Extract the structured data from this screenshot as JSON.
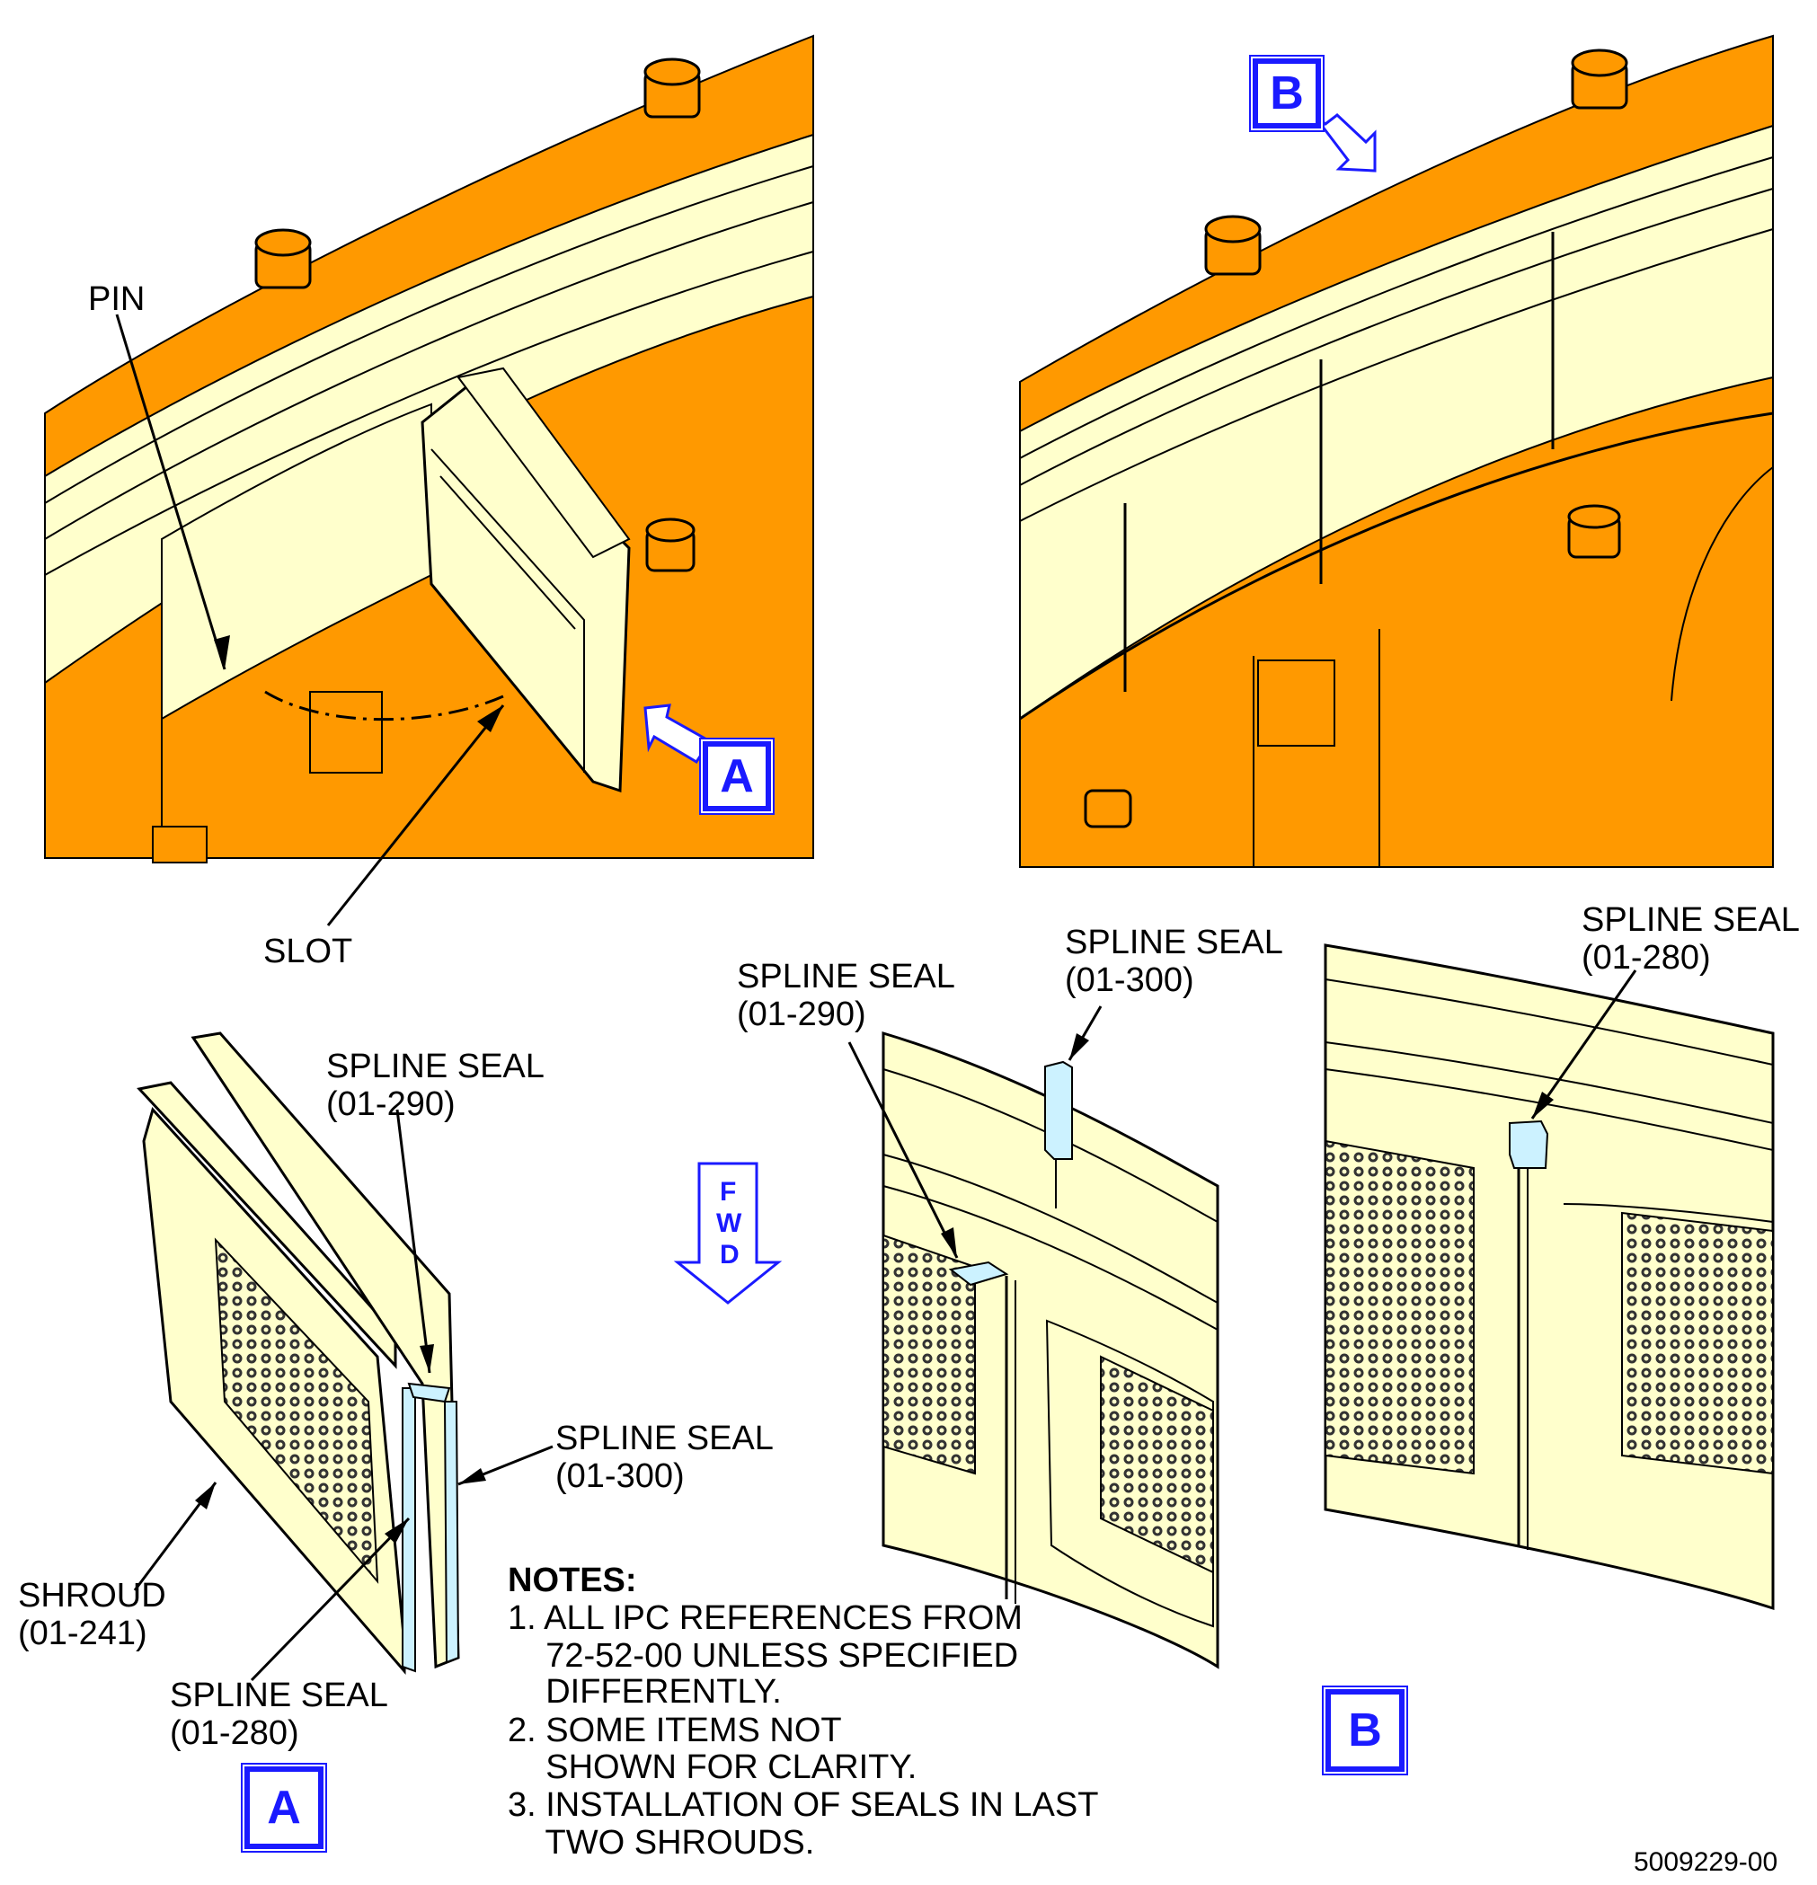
{
  "labels": {
    "pin": "PIN",
    "slot": "SLOT",
    "spline_seal": "SPLINE SEAL",
    "seal_290": "(01-290)",
    "seal_300": "(01-300)",
    "seal_280": "(01-280)",
    "shroud": "SHROUD",
    "shroud_ref": "(01-241)"
  },
  "views": {
    "a": "A",
    "b": "B"
  },
  "fwd": {
    "f": "F",
    "w": "W",
    "d": "D"
  },
  "notes": {
    "title": "NOTES:",
    "items": [
      "1. ALL IPC REFERENCES FROM",
      "    72-52-00 UNLESS SPECIFIED",
      "    DIFFERENTLY.",
      "2. SOME ITEMS NOT",
      "    SHOWN FOR CLARITY.",
      "3. INSTALLATION OF SEALS IN LAST",
      "    TWO SHROUDS."
    ]
  },
  "figure_id": "5009229-00",
  "colors": {
    "casing": "#ff9900",
    "shroud": "#ffffcc",
    "seal": "#ccf2ff",
    "callout": "#1a1aff",
    "line": "#000000"
  }
}
